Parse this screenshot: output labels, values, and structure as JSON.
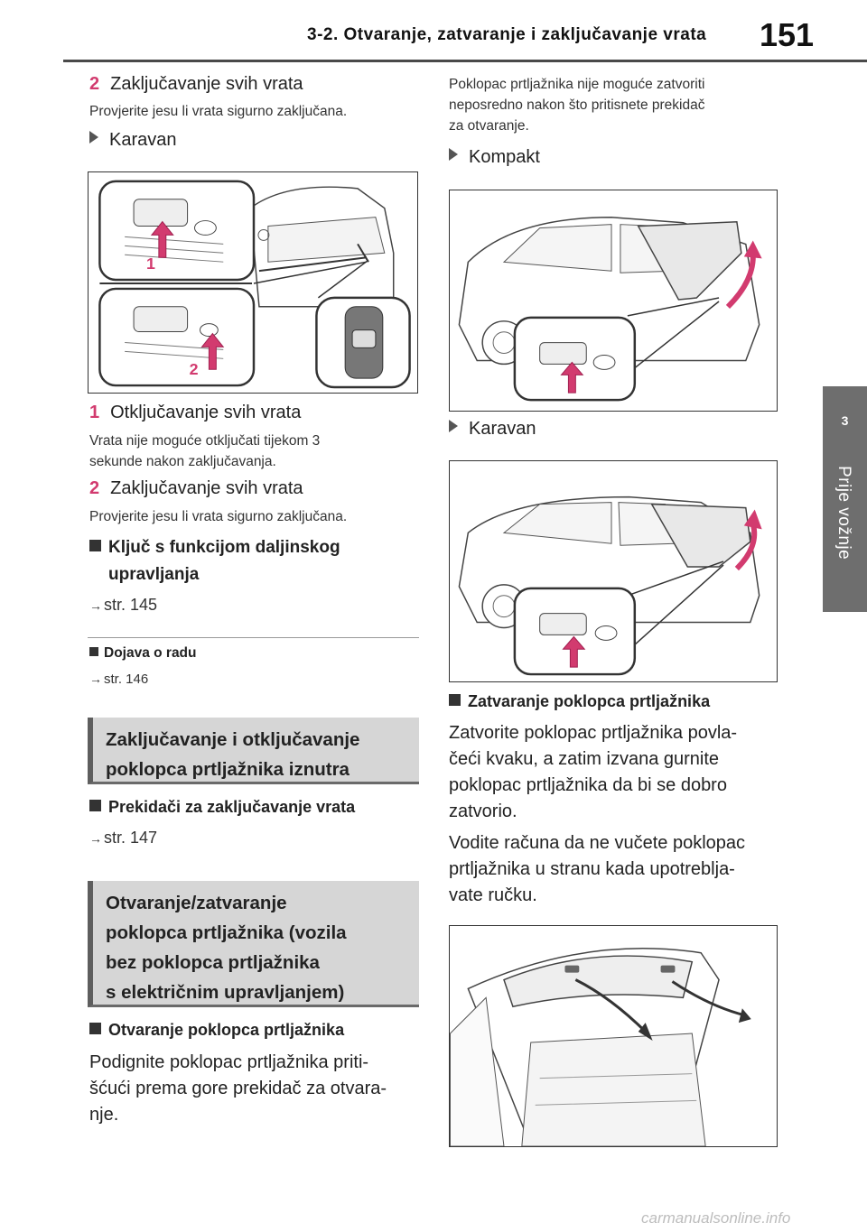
{
  "header": {
    "section_title": "3-2. Otvaranje, zatvaranje i zaključavanje vrata",
    "page_number": "151"
  },
  "side_tab": {
    "chapter": "3",
    "label": "Prije vožnje"
  },
  "left": {
    "item_lock_top": {
      "num": "2",
      "label": "Zaključavanje svih vrata",
      "desc": "Provjerite jesu li vrata sigurno zaključana."
    },
    "karavan_label": "Karavan",
    "figure1_callouts": [
      "1",
      "2"
    ],
    "item_unlock": {
      "num": "1",
      "label": "Otključavanje svih vrata",
      "desc_line1": "Vrata nije moguće otključati tijekom 3",
      "desc_line2": "sekunde nakon zaključavanja."
    },
    "item_lock": {
      "num": "2",
      "label": "Zaključavanje svih vrata",
      "desc": "Provjerite jesu li vrata sigurno zaključana."
    },
    "remote_heading_line1": "Ključ s funkcijom daljinskog",
    "remote_heading_line2": "upravljanja",
    "remote_ref": "str. 145",
    "dojava_heading": "Dojava o radu",
    "dojava_ref": "str. 146",
    "box1_line1": "Zaključavanje i otključavanje",
    "box1_line2": "poklopca prtljažnika iznutra",
    "switches_heading": "Prekidači za zaključavanje vrata",
    "switches_ref": "str. 147",
    "box2_line1": "Otvaranje/zatvaranje",
    "box2_line2": "poklopca prtljažnika (vozila",
    "box2_line3": "bez poklopca prtljažnika",
    "box2_line4": "s električnim upravljanjem)",
    "open_heading": "Otvaranje poklopca prtljažnika",
    "open_line1": "Podignite poklopac prtljažnika priti-",
    "open_line2": "šćući prema gore prekidač za otvara-",
    "open_line3": "nje."
  },
  "right": {
    "note_line1": "Poklopac prtljažnika nije moguće zatvoriti",
    "note_line2": "neposredno nakon što pritisnete prekidač",
    "note_line3": "za otvaranje.",
    "kompakt_label": "Kompakt",
    "karavan_label": "Karavan",
    "close_heading": "Zatvaranje poklopca prtljažnika",
    "close_line1": "Zatvorite poklopac prtljažnika povla-",
    "close_line2": "čeći kvaku, a zatim izvana gurnite",
    "close_line3": "poklopac prtljažnika da bi se dobro",
    "close_line4": "zatvorio.",
    "care_line1": "Vodite računa da ne vučete poklopac",
    "care_line2": "prtljažnika u stranu kada upotreblja-",
    "care_line3": "vate ručku."
  },
  "watermark": "carmanualsonline.info",
  "colors": {
    "accent_pink": "#d23b6f",
    "tab_gray": "#6e6e6e",
    "box_gray": "#d6d6d6"
  }
}
